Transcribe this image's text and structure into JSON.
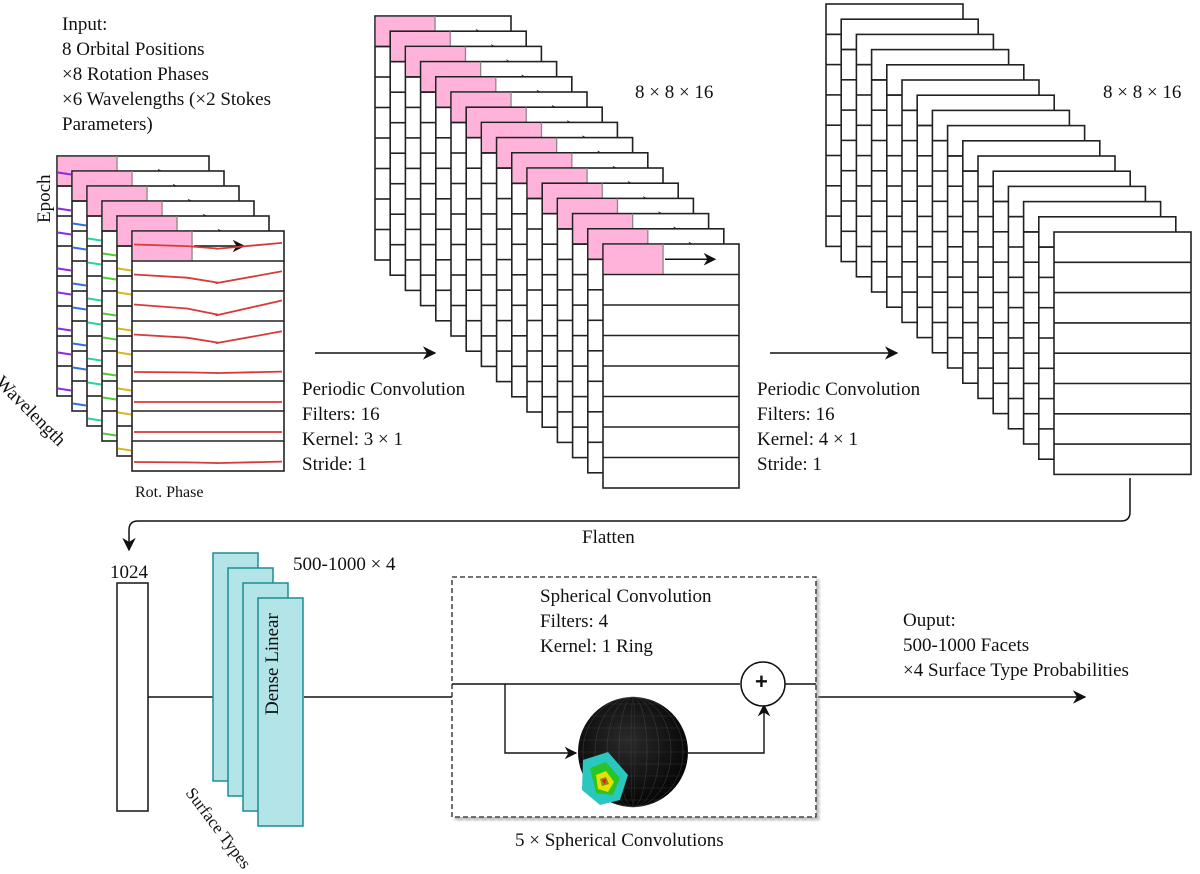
{
  "input": {
    "lines": [
      "Input:",
      "8 Orbital Positions",
      "×8 Rotation Phases",
      "×6 Wavelengths (×2 Stokes",
      "Parameters)"
    ],
    "axis_epoch": "Epoch",
    "axis_wavelength": "Wavelength",
    "axis_rot_phase": "Rot. Phase",
    "layers": 6,
    "rows": 8,
    "wavelength_colors": [
      "#8a2be2",
      "#2f6fe0",
      "#2fd0a0",
      "#4ccc30",
      "#d4b820",
      "#d83a3a"
    ]
  },
  "conv1": {
    "shape_label": "8 × 8 × 16",
    "caption": [
      "Periodic Convolution",
      "Filters: 16",
      "Kernel: 3 × 1",
      "Stride: 1"
    ],
    "layers": 16,
    "rows": 8
  },
  "conv2": {
    "shape_label": "8 × 8 × 16",
    "caption": [
      "Periodic Convolution",
      "Filters: 16",
      "Kernel: 4 × 1",
      "Stride: 1"
    ],
    "layers": 16,
    "rows": 8
  },
  "flatten": {
    "label": "Flatten"
  },
  "vector": {
    "label": "1024"
  },
  "dense": {
    "label": "Dense Linear",
    "shape_label": "500-1000 × 4",
    "axis_label": "Surface Types",
    "layers": 4
  },
  "spherical": {
    "caption": [
      "Spherical Convolution",
      "Filters: 4",
      "Kernel: 1 Ring"
    ],
    "repeat_label": "5 × Spherical Convolutions",
    "add_symbol": "+"
  },
  "output": {
    "lines": [
      "Ouput:",
      "500-1000 Facets",
      "×4 Surface Type Probabilities"
    ]
  },
  "colors": {
    "kernel_highlight": "#ffb3da",
    "dense_fill": "#b2e4e8",
    "dense_stroke": "#1e8c94",
    "curve": "#d83a3a",
    "stroke": "#222222"
  }
}
